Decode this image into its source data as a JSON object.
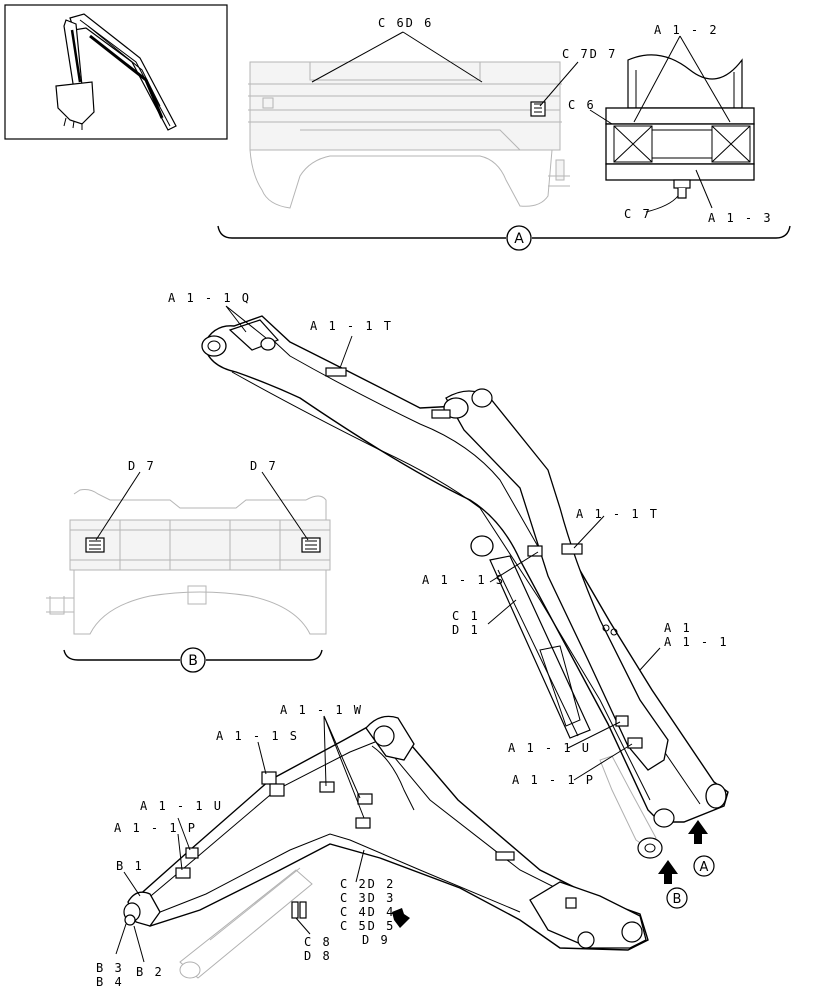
{
  "detail_a": {
    "marker": "A",
    "labels": {
      "c6d6": "C 6D 6",
      "c7d7": "C 7D 7",
      "a1_2": "A 1 - 2",
      "c6": "C 6",
      "c7": "C 7",
      "a1_3": "A 1 - 3"
    }
  },
  "detail_b": {
    "marker": "B",
    "labels": {
      "d7_left": "D 7",
      "d7_right": "D 7"
    }
  },
  "boom_upper": {
    "labels": {
      "a1_1q": "A 1 - 1 Q",
      "a1_1t_top": "A 1 - 1 T",
      "a1_1t_mid": "A 1 - 1 T",
      "a1_1s": "A 1 - 1 S",
      "c1": "C 1",
      "d1": "D 1",
      "a1": "A 1",
      "a1_1": "A 1 - 1",
      "a1_1u": "A 1 - 1 U",
      "a1_1p": "A 1 - 1 P"
    },
    "arrow_a": "A",
    "arrow_b": "B"
  },
  "boom_lower": {
    "labels": {
      "a1_1w": "A 1 - 1 W",
      "a1_1s": "A 1 - 1 S",
      "a1_1u": "A 1 - 1 U",
      "a1_1p": "A 1 - 1 P",
      "b1": "B 1",
      "b3": "B 3",
      "b4": "B 4",
      "b2": "B 2",
      "c2d2": "C 2D 2",
      "c3d3": "C 3D 3",
      "c4d4": "C 4D 4",
      "c5d5": "C 5D 5",
      "d9": "D 9",
      "c8": "C 8",
      "d8": "D 8"
    }
  }
}
